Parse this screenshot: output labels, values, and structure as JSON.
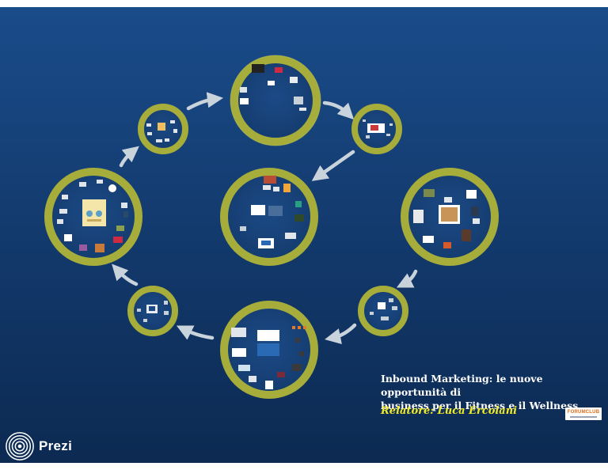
{
  "presentation": {
    "title_lines": [
      "Inbound Marketing: le nuove opportunità di",
      "business per il Fitness e il Wellness"
    ],
    "speaker": "Relatore: Luca Ercolani"
  },
  "partner_logo": {
    "text": "FORUMCLUB"
  },
  "brand": {
    "name": "Prezi"
  },
  "colors": {
    "background_top": "#1a4c8a",
    "background_bottom": "#0c2a52",
    "ring": "#a7ad3a",
    "ring_highlight": "#c6cb55",
    "arrow": "#c9d3dc",
    "speaker": "#f0ea28"
  },
  "icons": {
    "arrow": "curved-arrow-icon",
    "brand": "prezi-logo-icon"
  }
}
